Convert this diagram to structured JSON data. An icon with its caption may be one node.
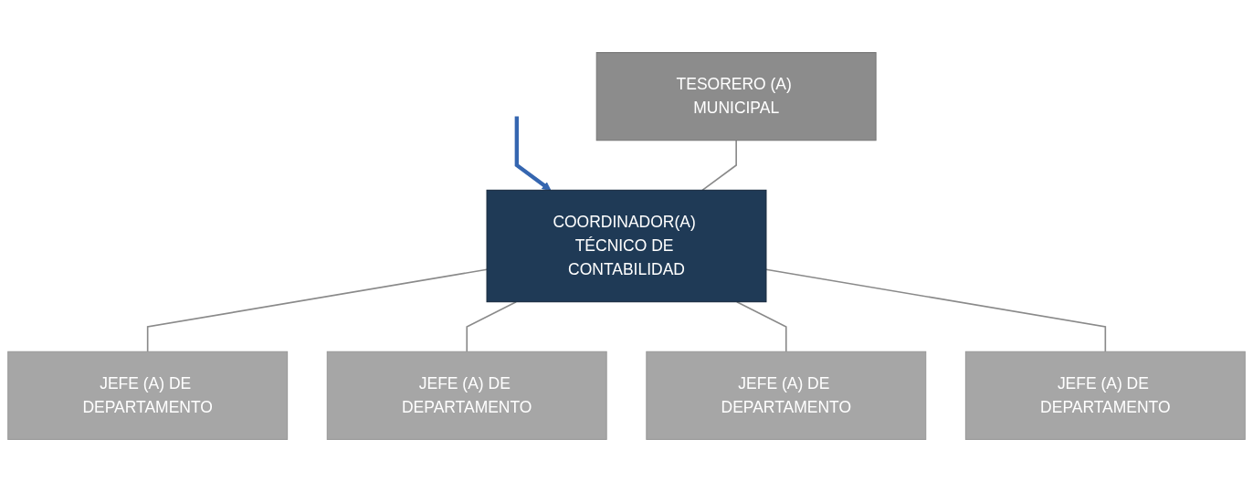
{
  "diagram": {
    "nodes": [
      {
        "text": [
          "TESORERO (A) MUNICIPAL"
        ]
      },
      {
        "text": [
          "COORDINADOR(A) TÉCNICO DE CONTABILIDAD"
        ]
      },
      {
        "text": [
          "JEFE (A) DE DEPARTAMENTO"
        ]
      },
      {
        "text": [
          "JEFE (A) DE DEPARTAMENTO"
        ]
      },
      {
        "text": [
          "JEFE (A) DE DEPARTAMENTO"
        ]
      },
      {
        "text": [
          "JEFE (A) DE DEPARTAMENTO"
        ]
      }
    ],
    "edges": [
      {
        "from": null,
        "to": 1,
        "arrow": "to",
        "style": "thick",
        "color": "#3566b0"
      },
      {
        "from": 0,
        "to": 1,
        "arrow": "none"
      },
      {
        "from": 1,
        "to": 2,
        "arrow": "none"
      },
      {
        "from": 1,
        "to": 3,
        "arrow": "none"
      },
      {
        "from": 1,
        "to": 4,
        "arrow": "none"
      },
      {
        "from": 1,
        "to": 5,
        "arrow": "none"
      }
    ]
  }
}
